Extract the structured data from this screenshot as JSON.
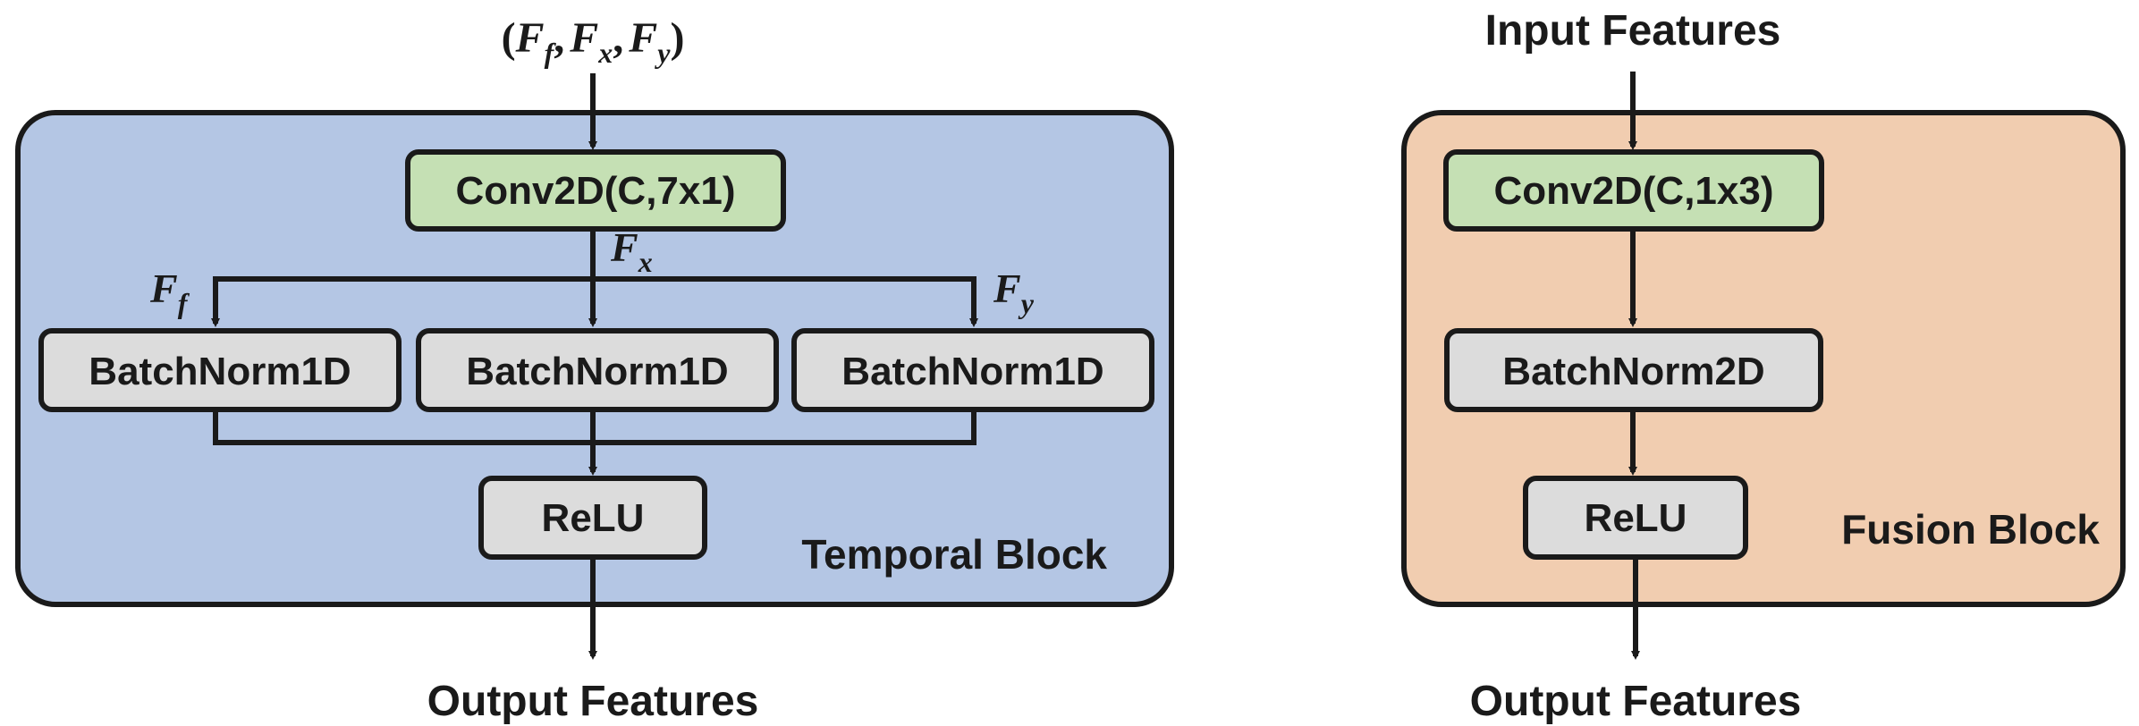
{
  "left": {
    "input_label": {
      "open": "(",
      "f_symbol": "F",
      "f_sub": "f",
      "sep1": ",",
      "x_symbol": "F",
      "x_sub": "x",
      "sep2": ",",
      "y_symbol": "F",
      "y_sub": "y",
      "close": ")"
    },
    "block_title": "Temporal Block",
    "conv_label": "Conv2D(C,7x1)",
    "branch_f": {
      "symbol": "F",
      "sub": "f"
    },
    "branch_x": {
      "symbol": "F",
      "sub": "x"
    },
    "branch_y": {
      "symbol": "F",
      "sub": "y"
    },
    "bn1_label": "BatchNorm1D",
    "bn2_label": "BatchNorm1D",
    "bn3_label": "BatchNorm1D",
    "relu_label": "ReLU",
    "output_label": "Output Features"
  },
  "right": {
    "input_label": "Input Features",
    "block_title": "Fusion Block",
    "conv_label": "Conv2D(C,1x3)",
    "bn_label": "BatchNorm2D",
    "relu_label": "ReLU",
    "output_label": "Output Features"
  },
  "colors": {
    "temporal_block_fill": "#b4c6e4",
    "fusion_block_fill": "#f1cdb0",
    "conv_fill": "#c5e0b4",
    "norm_fill": "#dcdcdc",
    "stroke": "#1a1a1a"
  }
}
